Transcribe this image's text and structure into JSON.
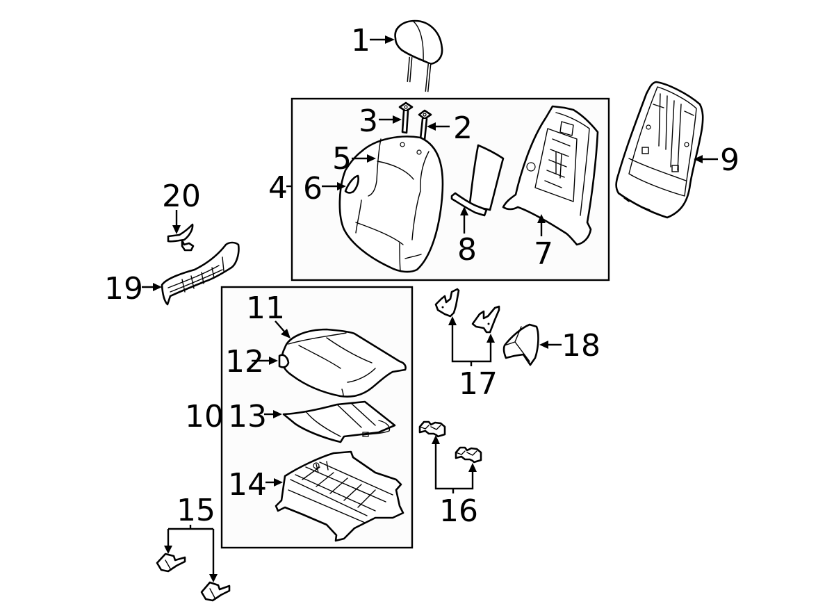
{
  "diagram": {
    "type": "exploded-parts-diagram",
    "subject": "front seat assembly",
    "groups": [
      {
        "id": "seat-back-group",
        "label": "4",
        "contains": [
          "2",
          "3",
          "5",
          "6",
          "7",
          "8"
        ]
      },
      {
        "id": "seat-cushion-group",
        "label": "10",
        "contains": [
          "11",
          "12",
          "13",
          "14"
        ]
      }
    ],
    "callouts": [
      {
        "num": "1",
        "part": "headrest"
      },
      {
        "num": "2",
        "part": "headrest-guide"
      },
      {
        "num": "3",
        "part": "headrest-guide"
      },
      {
        "num": "4",
        "part": "seat-back-assembly"
      },
      {
        "num": "5",
        "part": "seat-back-cover"
      },
      {
        "num": "6",
        "part": "seat-back-trim-piece"
      },
      {
        "num": "7",
        "part": "seat-back-frame"
      },
      {
        "num": "8",
        "part": "lumbar-support"
      },
      {
        "num": "9",
        "part": "seat-back-panel"
      },
      {
        "num": "10",
        "part": "seat-cushion-assembly"
      },
      {
        "num": "11",
        "part": "seat-cushion-cover"
      },
      {
        "num": "12",
        "part": "cushion-trim-piece"
      },
      {
        "num": "13",
        "part": "cushion-pad"
      },
      {
        "num": "14",
        "part": "seat-frame"
      },
      {
        "num": "15",
        "part": "track-covers"
      },
      {
        "num": "16",
        "part": "clips"
      },
      {
        "num": "17",
        "part": "brackets"
      },
      {
        "num": "18",
        "part": "side-cover"
      },
      {
        "num": "19",
        "part": "side-shield"
      },
      {
        "num": "20",
        "part": "knob"
      }
    ],
    "colors": {
      "line": "#000000",
      "background": "#ffffff",
      "box_fill": "#fcfcfc"
    }
  }
}
